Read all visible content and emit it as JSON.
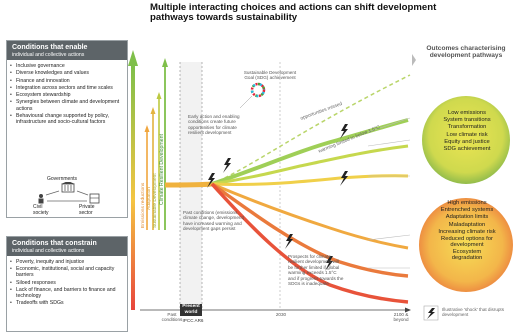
{
  "title": "Multiple interacting choices and actions can shift development pathways towards sustainability",
  "enable": {
    "heading": "Conditions that enable",
    "subheading": "individual and collective actions",
    "items": [
      "Inclusive governance",
      "Diverse knowledges and values",
      "Finance and innovation",
      "Integration across sectors and time scales",
      "Ecosystem stewardship",
      "Synergies between climate and development actions",
      "Behavioural change supported by policy, infrastructure and socio-cultural factors"
    ],
    "actors": {
      "governments": "Governments",
      "civil": "Civil society",
      "private": "Private sector"
    }
  },
  "constrain": {
    "heading": "Conditions that constrain",
    "subheading": "individual and collective actions",
    "items": [
      "Poverty, inequity and injustice",
      "Economic, institutional, social and capacity barriers",
      "Siloed responses",
      "Lack of finance, and barriers to finance and technology",
      "Tradeoffs with SDGs"
    ]
  },
  "diagram": {
    "sdg_label": "Sustainable Development Goal (SDG) achievement",
    "early_action": "Early action and enabling conditions create future opportunities for climate resilient development",
    "opportunities": "opportunities missed",
    "warming": "warming limited to below 1.5°C",
    "past_conditions": "Past conditions (emissions, climate change, development) have increased warming and development gaps persist",
    "prospects": "Prospects for climate resilient development will be further limited if global warming exceeds 1.5°C and if progress towards the SDGs is inadequate",
    "axis_labels": [
      "Emissions reductions",
      "Adaptation",
      "Sustainable Development"
    ],
    "climate_axis": "Climate Resilient Development",
    "x_ticks": {
      "past": "Past conditions",
      "present": "Present world",
      "ar6": "IPCC AR6",
      "y2030": "2030",
      "y2100": "2100 & beyond"
    },
    "shock": "Illustrative 'shock' that disrupts development"
  },
  "outcomes": {
    "heading": "Outcomes characterising development pathways",
    "good": [
      "Low emissions",
      "System transitions",
      "Transformation",
      "Low climate risk",
      "Equity and justice",
      "SDG achievement"
    ],
    "bad": [
      "High emissions",
      "Entrenched systems",
      "Adaptation limits",
      "Maladaptation",
      "Increasing climate risk",
      "Reduced options for development",
      "Ecosystem degradation"
    ]
  },
  "colors": {
    "good_center": "#e9e04a",
    "good_edge": "#78b04a",
    "bad_center": "#f3d34f",
    "bad_edge": "#e8743c",
    "header_grey": "#5d6468",
    "lightning": "#222222"
  }
}
